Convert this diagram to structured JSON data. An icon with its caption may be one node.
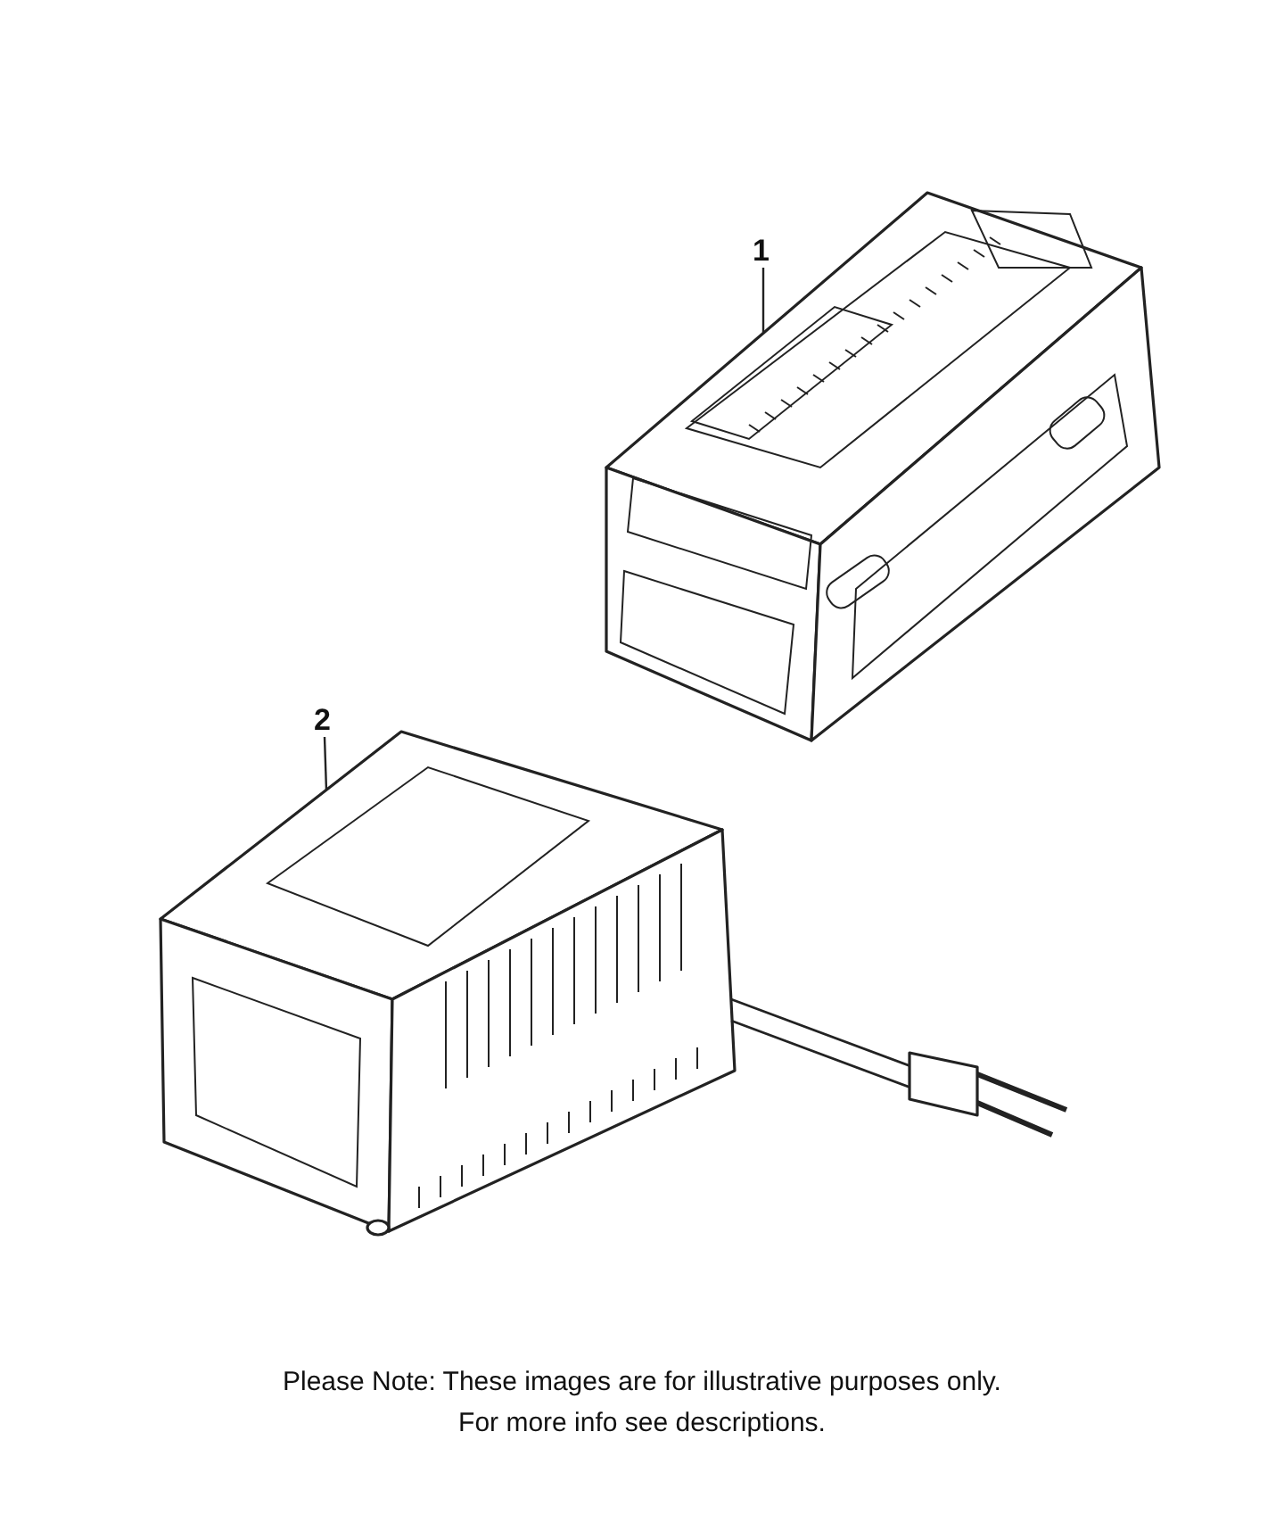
{
  "diagram": {
    "nodes": [
      {
        "text": [
          "1"
        ]
      },
      {
        "text": [],
        "shape": "picture"
      },
      {
        "text": [
          "2"
        ]
      },
      {
        "text": [],
        "shape": "picture"
      }
    ],
    "edges": [
      {
        "from": 0,
        "to": 1,
        "arrow": "none"
      },
      {
        "from": 2,
        "to": 3,
        "arrow": "none"
      }
    ],
    "labels": [
      "Please Note: These images are for illustrative purposes only.",
      "For more info see descriptions."
    ]
  }
}
